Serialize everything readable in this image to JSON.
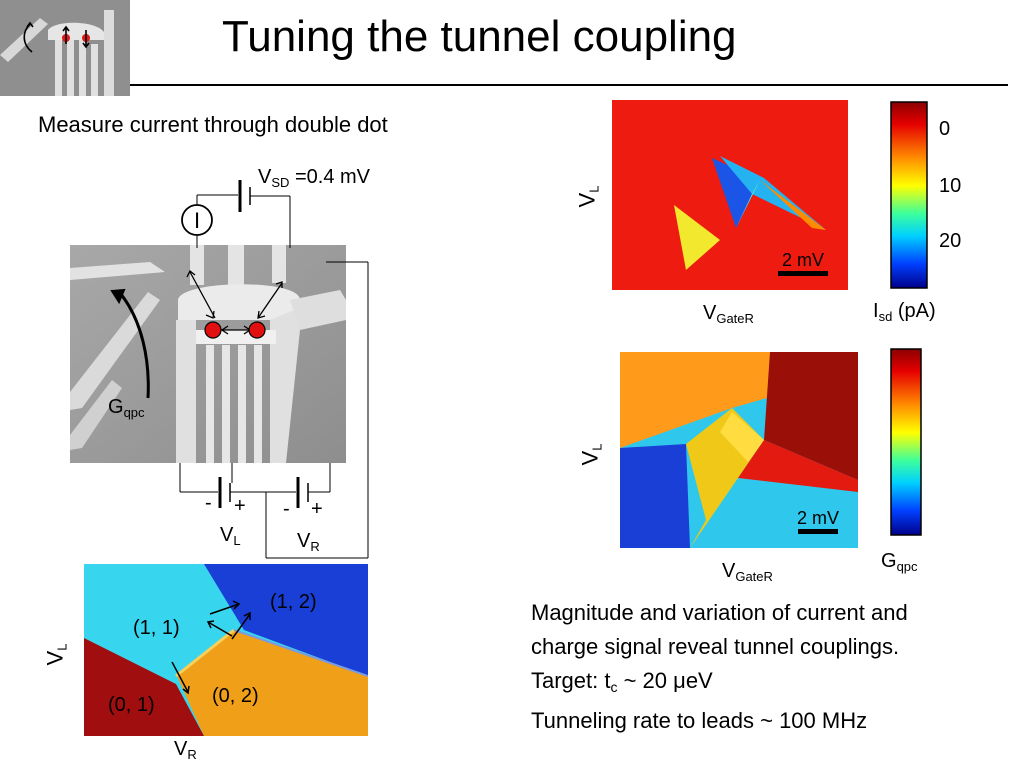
{
  "slide": {
    "title": "Tuning the tunnel coupling",
    "left_heading": "Measure current through double dot"
  },
  "circuit": {
    "source_drain": {
      "symbol": "V",
      "sub": "SD",
      "value": "=0.4 mV"
    },
    "ammeter": "I",
    "gqpc": {
      "symbol": "G",
      "sub": "qpc"
    },
    "vl": {
      "symbol": "V",
      "sub": "L"
    },
    "vr": {
      "symbol": "V",
      "sub": "R"
    },
    "minus": "-",
    "plus": "+"
  },
  "charge_map": {
    "y_label": {
      "symbol": "V",
      "sub": "L"
    },
    "x_label": {
      "symbol": "V",
      "sub": "R"
    },
    "states": [
      "(1, 2)",
      "(1, 1)",
      "(0, 1)",
      "(0, 2)"
    ],
    "colors": {
      "cyan": "#38d6ee",
      "blue": "#1a3fd6",
      "orange": "#f0a018",
      "darkred": "#a00e10"
    }
  },
  "current_map": {
    "y_label": {
      "symbol": "V",
      "sub": "L"
    },
    "x_label": {
      "symbol": "V",
      "sub": "GateR"
    },
    "scale_bar": "2 mV",
    "colorbar": {
      "ticks": [
        "0",
        "10",
        "20"
      ],
      "label_symbol": "I",
      "label_sub": "sd",
      "label_unit": " (pA)"
    }
  },
  "gqpc_map": {
    "y_label": {
      "symbol": "V",
      "sub": "L"
    },
    "x_label": {
      "symbol": "V",
      "sub": "GateR"
    },
    "scale_bar": "2 mV",
    "colorbar": {
      "label_symbol": "G",
      "label_sub": "qpc"
    }
  },
  "caption": {
    "line1": "Magnitude and variation of current and",
    "line2": "charge signal reveal tunnel couplings.",
    "line3_prefix": "Target: t",
    "line3_sub": "c",
    "line3_suffix": " ~ 20 μeV",
    "line4": "Tunneling rate to leads ~ 100 MHz"
  }
}
